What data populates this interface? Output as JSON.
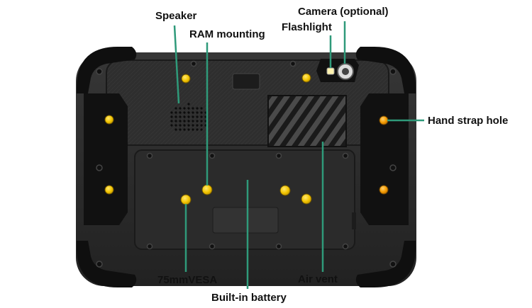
{
  "labels": {
    "speaker": "Speaker",
    "camera": "Camera (optional)",
    "flashlight": "Flashlight",
    "ram_mounting": "RAM mounting",
    "hand_strap_hole": "Hand strap hole",
    "vesa": "75mmVESA",
    "air_vent": "Air vent",
    "battery": "Built-in battery"
  },
  "colors": {
    "leader_line": "#2f9a7a",
    "body": "#2c2c2c",
    "body_dark": "#161616",
    "bumper": "#0f0f0f",
    "screw_yellow": "#f2c400",
    "screw_orange": "#f29a00",
    "label_text": "#111111"
  }
}
